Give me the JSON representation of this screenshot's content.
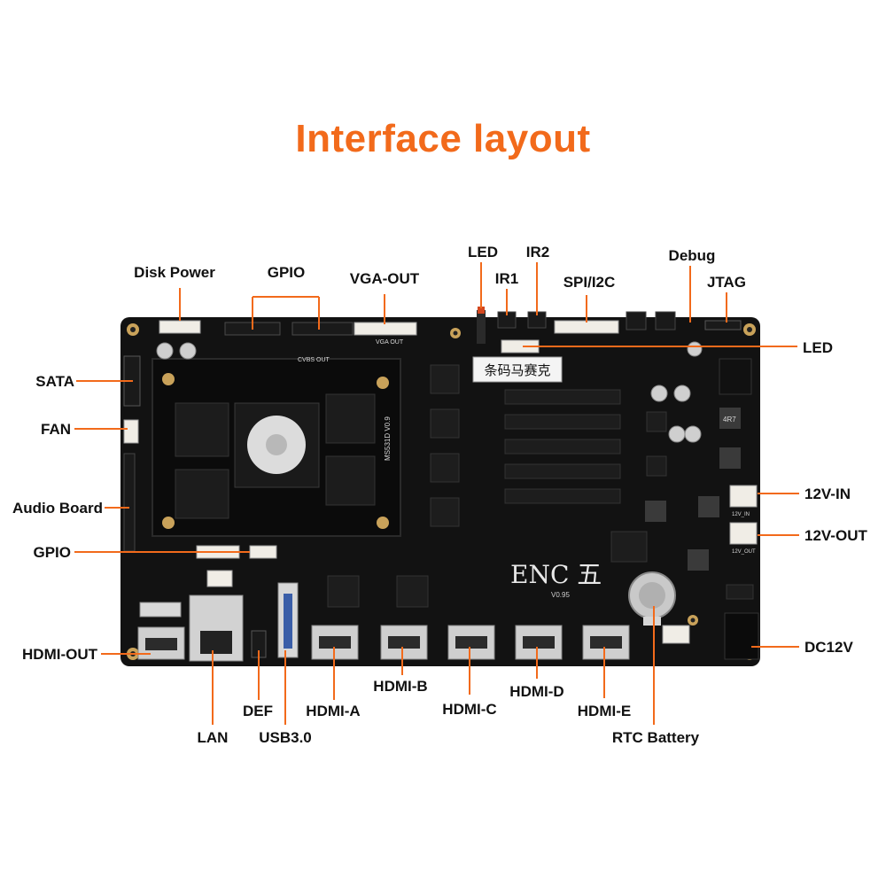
{
  "title": "Interface layout",
  "colors": {
    "title": "#f26a1b",
    "leader_lines": "#f26a1b",
    "board": "#121212",
    "labels": "#111111"
  },
  "board": {
    "sticker_text": "条码马赛克",
    "brand_text": "ENC 五",
    "version_text": "V0.95",
    "silk_vga": "VGA OUT",
    "silk_cvbs": "CVBS OUT",
    "silk_12v_in": "12V_IN",
    "silk_12v_out": "12V_OUT",
    "core_module_text": "MS531D V0.9",
    "inductor_text": "4R7"
  },
  "labels": {
    "disk_power": "Disk Power",
    "gpio_top": "GPIO",
    "vga_out": "VGA-OUT",
    "led_top": "LED",
    "ir1": "IR1",
    "ir2": "IR2",
    "spi_i2c": "SPI/I2C",
    "debug": "Debug",
    "jtag": "JTAG",
    "led_right": "LED",
    "sata": "SATA",
    "fan": "FAN",
    "audio_board": "Audio Board",
    "gpio_left": "GPIO",
    "hdmi_out": "HDMI-OUT",
    "v12_in": "12V-IN",
    "v12_out": "12V-OUT",
    "dc12v": "DC12V",
    "lan": "LAN",
    "def": "DEF",
    "usb30": "USB3.0",
    "hdmi_a": "HDMI-A",
    "hdmi_b": "HDMI-B",
    "hdmi_c": "HDMI-C",
    "hdmi_d": "HDMI-D",
    "hdmi_e": "HDMI-E",
    "rtc_battery": "RTC Battery"
  }
}
